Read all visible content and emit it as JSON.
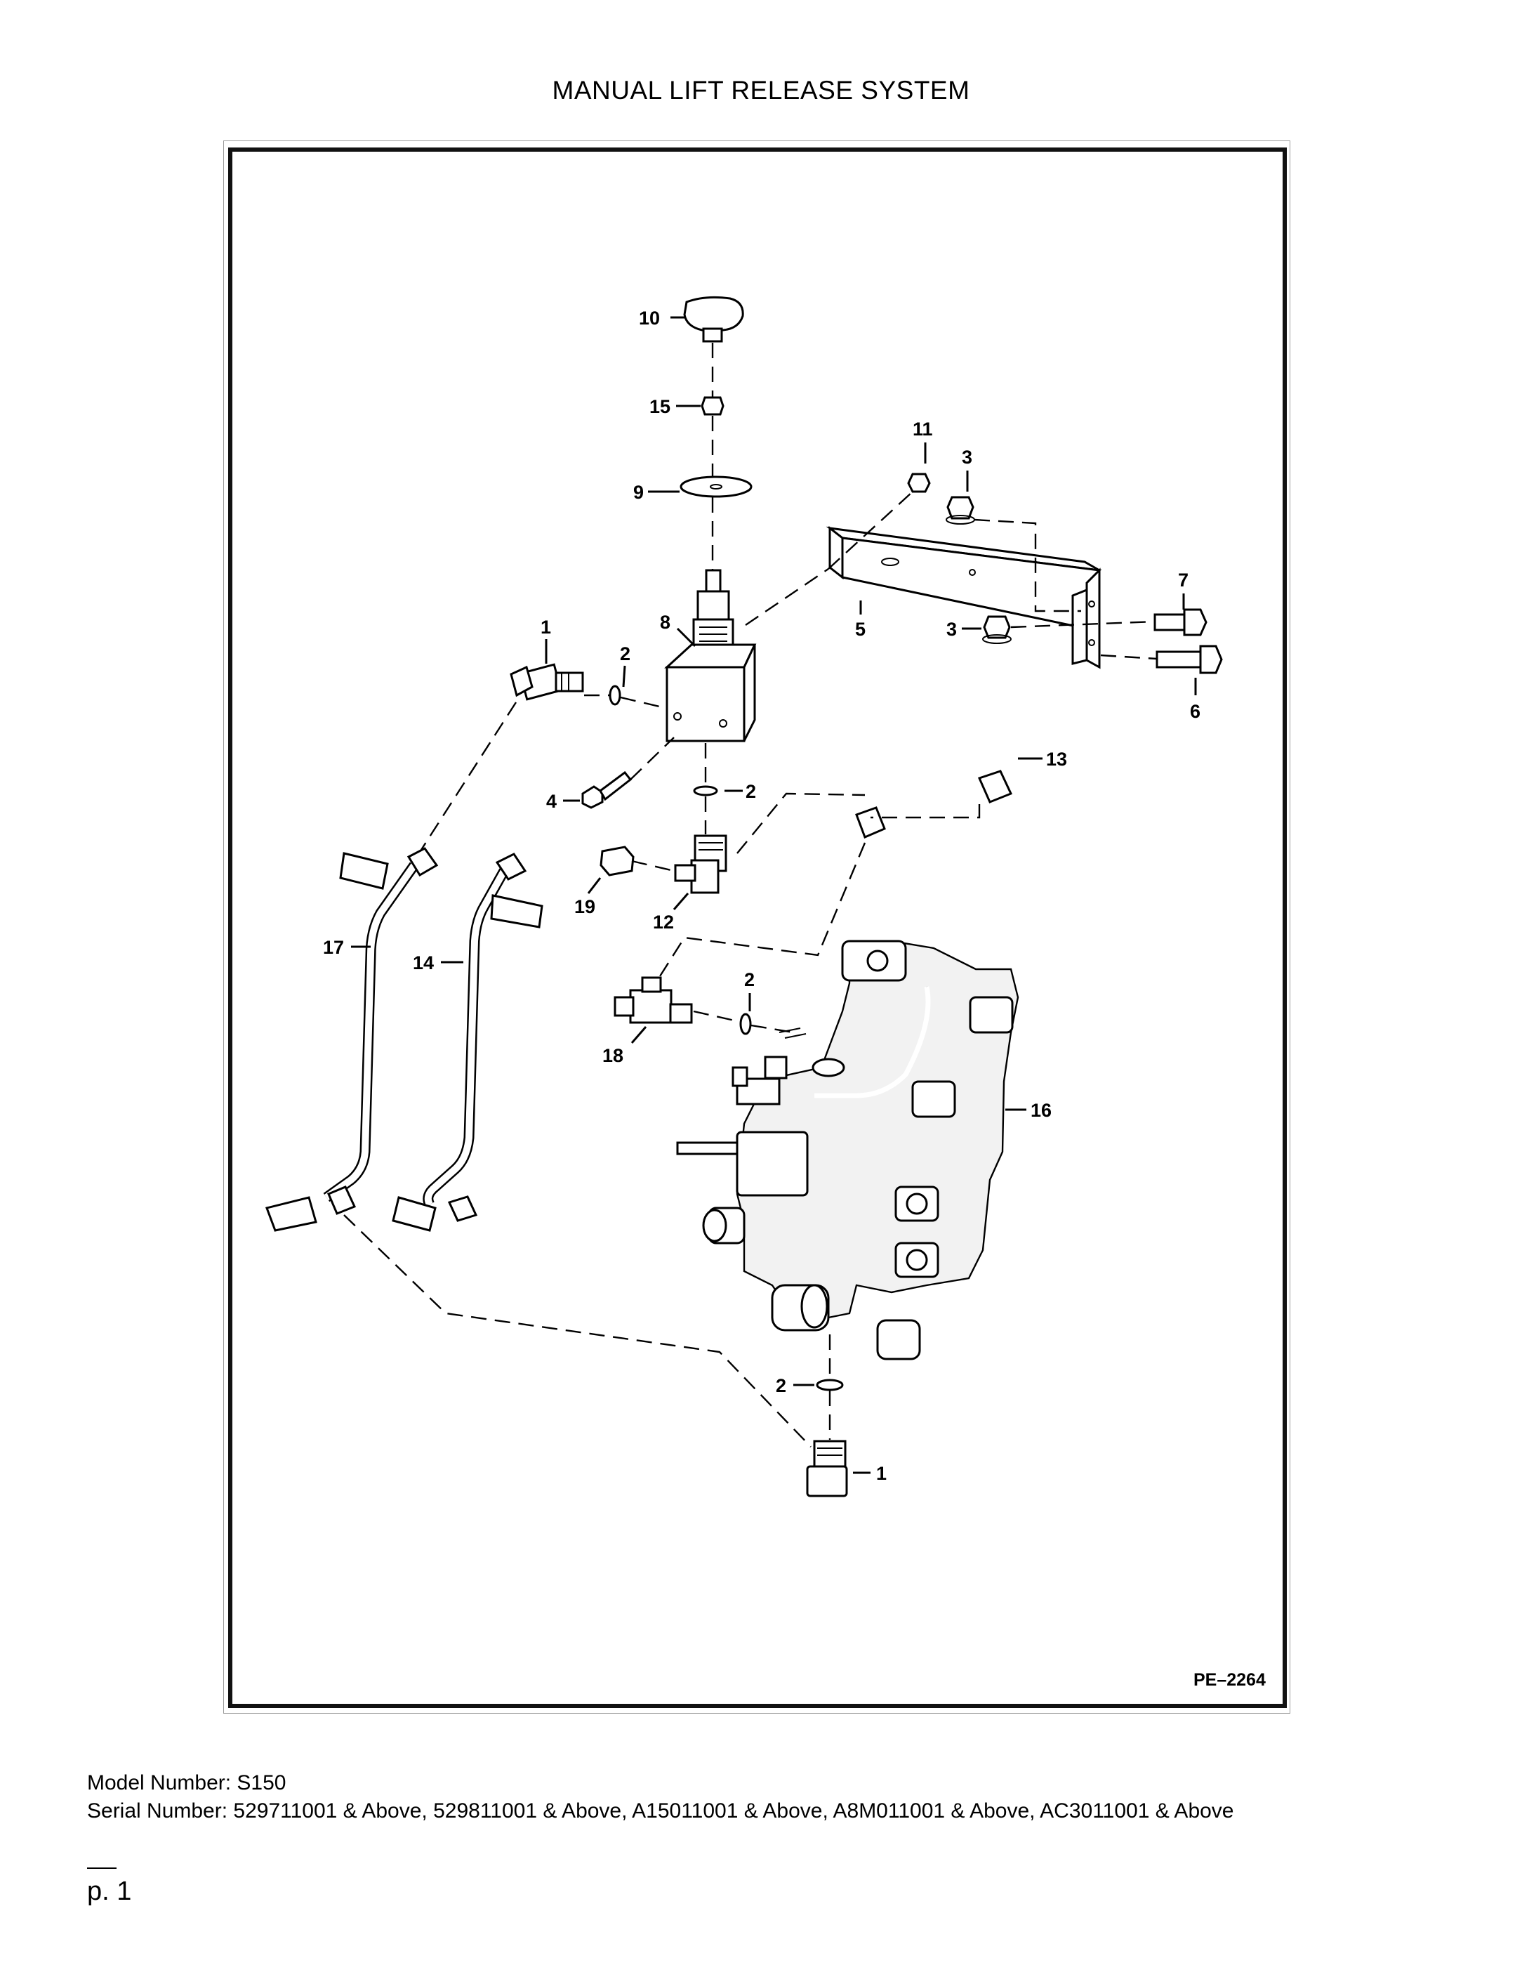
{
  "header": {
    "title": "MANUAL LIFT RELEASE SYSTEM"
  },
  "diagram": {
    "figure_id": "PE–2264",
    "callouts": {
      "c10": "10",
      "c15": "15",
      "c9": "9",
      "c11": "11",
      "c3a": "3",
      "c3b": "3",
      "c7": "7",
      "c6": "6",
      "c5": "5",
      "c8": "8",
      "c1a": "1",
      "c2a": "2",
      "c4": "4",
      "c2b": "2",
      "c13": "13",
      "c19": "19",
      "c12": "12",
      "c17": "17",
      "c14": "14",
      "c2c": "2",
      "c18": "18",
      "c16": "16",
      "c2d": "2",
      "c1b": "1"
    }
  },
  "footer": {
    "model": "Model Number: S150",
    "serial": "Serial Number: 529711001 & Above, 529811001 & Above, A15011001 & Above, A8M011001 & Above, AC3011001 & Above",
    "page": "p. 1"
  }
}
